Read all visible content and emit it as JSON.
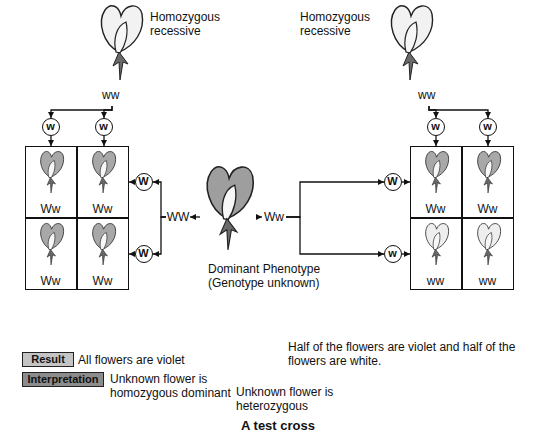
{
  "diagram": {
    "caption": "A test cross",
    "nodes": [
      {
        "text": [
          "Homozygous recessive",
          "ww"
        ]
      },
      {
        "text": [
          "Homozygous recessive",
          "ww"
        ]
      },
      {
        "text": [
          "w"
        ]
      },
      {
        "text": [
          "w"
        ]
      },
      {
        "text": [
          "w"
        ]
      },
      {
        "text": [
          "w"
        ]
      },
      {
        "text": [
          "Ww"
        ]
      },
      {
        "text": [
          "Ww"
        ]
      },
      {
        "text": [
          "Ww"
        ]
      },
      {
        "text": [
          "Ww"
        ]
      },
      {
        "text": [
          "W"
        ]
      },
      {
        "text": [
          "W"
        ]
      },
      {
        "text": [
          "WW"
        ]
      },
      {
        "text": [
          "Dominant Phenotype (Genotype unknown)"
        ]
      },
      {
        "text": [
          "Ww"
        ]
      },
      {
        "text": [
          "W"
        ]
      },
      {
        "text": [
          "w"
        ]
      },
      {
        "text": [
          "Ww"
        ]
      },
      {
        "text": [
          "Ww"
        ]
      },
      {
        "text": [
          "ww"
        ]
      },
      {
        "text": [
          "ww"
        ]
      },
      {
        "text": [
          "Result"
        ]
      },
      {
        "text": [
          "Interpretation"
        ]
      }
    ],
    "edges": [
      {
        "from": 0,
        "to": 2,
        "arrow": "to"
      },
      {
        "from": 0,
        "to": 3,
        "arrow": "to"
      },
      {
        "from": 1,
        "to": 4,
        "arrow": "to"
      },
      {
        "from": 1,
        "to": 5,
        "arrow": "to"
      },
      {
        "from": 2,
        "to": 6,
        "arrow": "to"
      },
      {
        "from": 3,
        "to": 7,
        "arrow": "to"
      },
      {
        "from": 4,
        "to": 17,
        "arrow": "to"
      },
      {
        "from": 5,
        "to": 18,
        "arrow": "to"
      },
      {
        "from": 13,
        "to": 12,
        "arrow": "to"
      },
      {
        "from": 12,
        "to": 10,
        "arrow": "to"
      },
      {
        "from": 12,
        "to": 11,
        "arrow": "to"
      },
      {
        "from": 10,
        "to": 7,
        "arrow": "to"
      },
      {
        "from": 11,
        "to": 9,
        "arrow": "to"
      },
      {
        "from": 13,
        "to": 14,
        "arrow": "to"
      },
      {
        "from": 14,
        "to": 15,
        "arrow": "to"
      },
      {
        "from": 14,
        "to": 16,
        "arrow": "to"
      },
      {
        "from": 15,
        "to": 17,
        "arrow": "to"
      },
      {
        "from": 16,
        "to": 19,
        "arrow": "to"
      }
    ],
    "labels": [
      "All flowers are violet",
      "Unknown flower is homozygous dominant",
      "Half of the flowers are violet and half of the flowers are white.",
      "Unknown flower is heterozygous"
    ]
  }
}
